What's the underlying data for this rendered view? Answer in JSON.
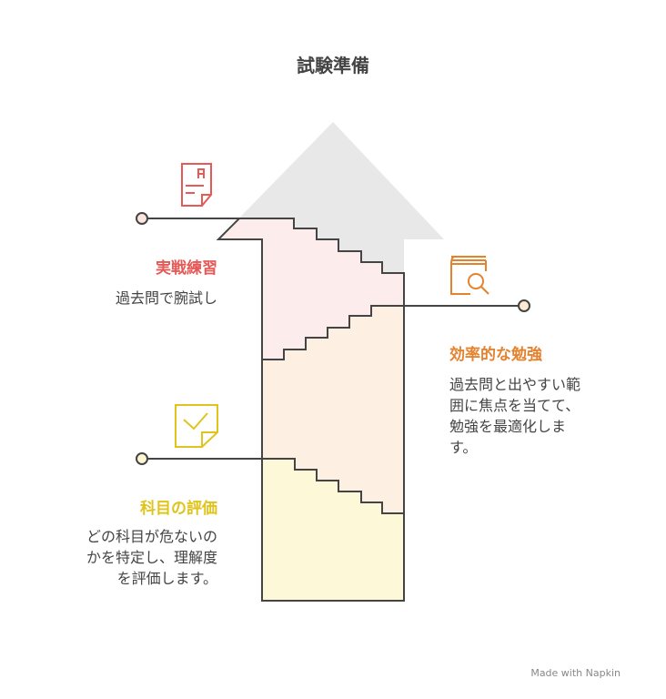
{
  "title": "試験準備",
  "colors": {
    "red": "#e55a57",
    "orange": "#e5822e",
    "yellow": "#e0c41c",
    "pink_fill": "#fdecec",
    "peach_fill": "#fdf0e2",
    "yellow_fill": "#fdf8d8",
    "gray": "#e8e8e8"
  },
  "steps": [
    {
      "icon": "exam-paper-icon",
      "heading": "実戦練習",
      "lines": [
        "過去問で腕試し"
      ]
    },
    {
      "icon": "book-search-icon",
      "heading": "効率的な勉強",
      "lines": [
        "過去問と出やすい範",
        "囲に焦点を当てて、",
        "勉強を最適化しま",
        "す。"
      ]
    },
    {
      "icon": "checklist-icon",
      "heading": "科目の評価",
      "lines": [
        "どの科目が危ないの",
        "かを特定し、理解度",
        "を評価します。"
      ]
    }
  ],
  "watermark": "Made with  Napkin"
}
